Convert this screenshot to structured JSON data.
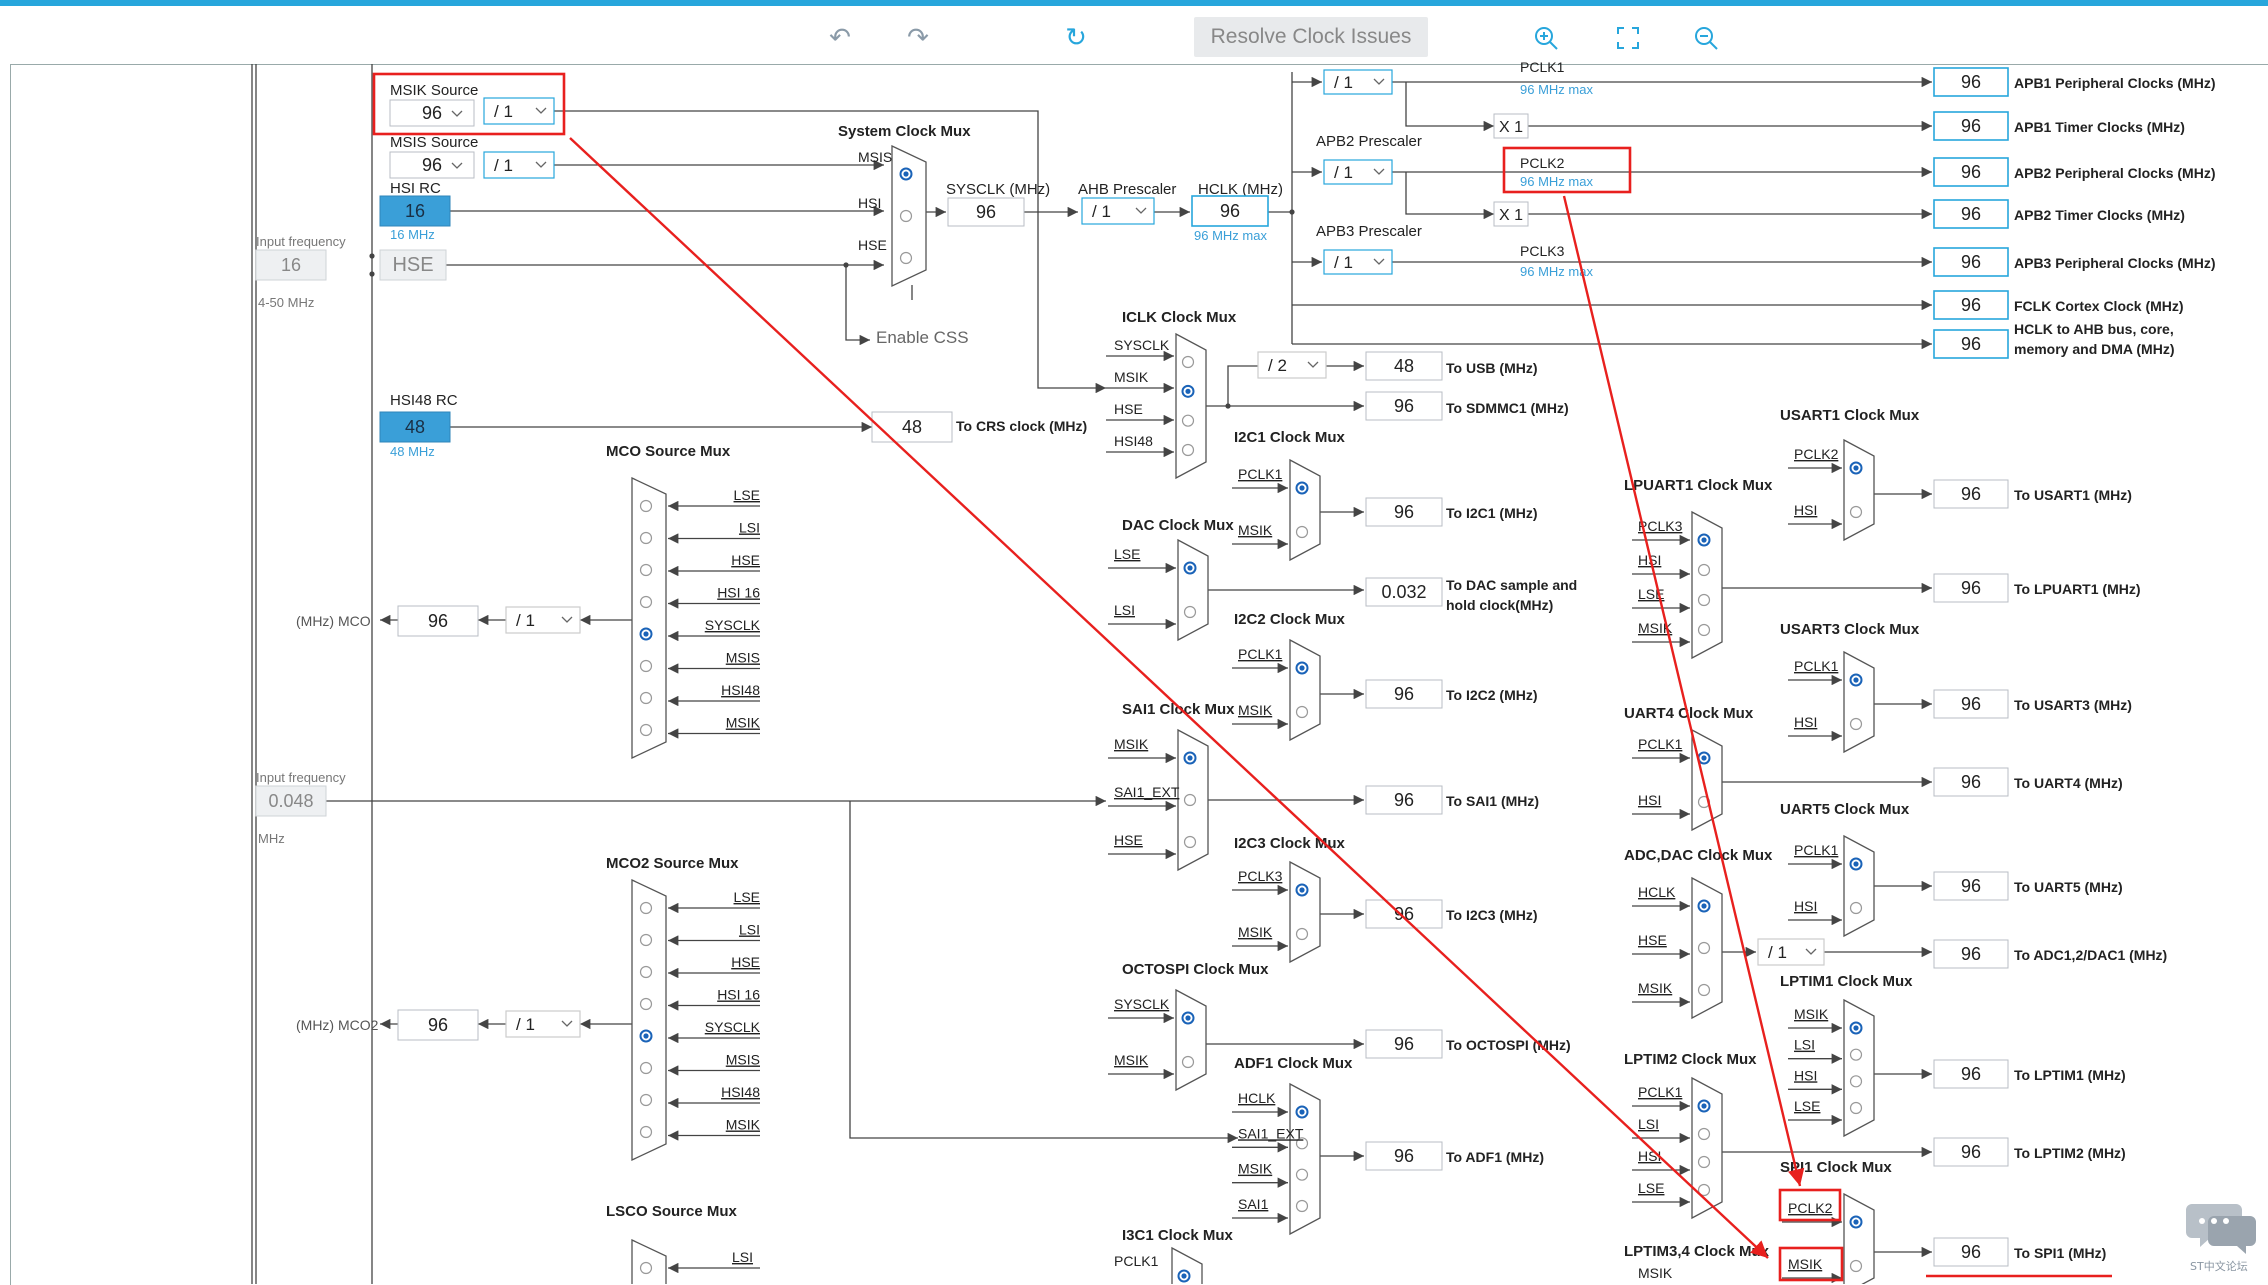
{
  "toolbar": {
    "undo_icon": "undo-icon",
    "redo_icon": "redo-icon",
    "refresh_icon": "refresh-icon",
    "resolve_label": "Resolve Clock Issues",
    "zoom_in_icon": "zoom-in-icon",
    "fit_icon": "fit-screen-icon",
    "zoom_out_icon": "zoom-out-icon"
  },
  "colors": {
    "accent": "#27a6dc",
    "annotation": "#e8201e",
    "wire": "#444444",
    "oscillator_fill": "#3a9fd8"
  },
  "sources": {
    "msik_label": "MSIK Source",
    "msik_value": "96",
    "msik_div": "/ 1",
    "msis_label": "MSIS Source",
    "msis_value": "96",
    "msis_div": "/ 1",
    "hsirc_label": "HSI RC",
    "hsirc_value": "16",
    "hsirc_sub": "16 MHz",
    "input_freq_label": "Input frequency",
    "hse_input": "16",
    "hse_label": "HSE",
    "hse_range": "4-50 MHz",
    "hsi48_label": "HSI48 RC",
    "hsi48_value": "48",
    "hsi48_sub": "48 MHz",
    "lse_input_label": "Input frequency",
    "lse_input": "0.048",
    "lse_unit": "MHz"
  },
  "sysclk": {
    "mux_title": "System Clock Mux",
    "in_msis": "MSIS",
    "in_hsi": "HSI",
    "in_hse": "HSE",
    "sysclk_label": "SYSCLK (MHz)",
    "sysclk_value": "96",
    "enable_css": "Enable CSS",
    "ahb_label": "AHB Prescaler",
    "ahb_div": "/ 1",
    "hclk_label": "HCLK (MHz)",
    "hclk_value": "96",
    "hclk_max": "96 MHz max"
  },
  "bus": {
    "apb1_div": "/ 1",
    "pclk1_label": "PCLK1",
    "pclk1_max": "96 MHz max",
    "x1a": "X 1",
    "apb2_label": "APB2 Prescaler",
    "apb2_div": "/ 1",
    "pclk2_label": "PCLK2",
    "pclk2_max": "96 MHz max",
    "x1b": "X 1",
    "apb3_label": "APB3 Prescaler",
    "apb3_div": "/ 1",
    "pclk3_label": "PCLK3",
    "pclk3_max": "96 MHz max",
    "outputs": [
      {
        "value": "96",
        "label": "APB1 Peripheral Clocks (MHz)"
      },
      {
        "value": "96",
        "label": "APB1 Timer Clocks (MHz)"
      },
      {
        "value": "96",
        "label": "APB2 Peripheral Clocks (MHz)"
      },
      {
        "value": "96",
        "label": "APB2 Timer Clocks (MHz)"
      },
      {
        "value": "96",
        "label": "APB3 Peripheral Clocks (MHz)"
      },
      {
        "value": "96",
        "label": "FCLK Cortex Clock (MHz)"
      },
      {
        "value": "96",
        "label": "HCLK to AHB bus, core,",
        "label2": "memory and DMA (MHz)"
      }
    ]
  },
  "iclk": {
    "title": "ICLK Clock Mux",
    "inputs": [
      "SYSCLK",
      "MSIK",
      "HSE",
      "HSI48"
    ],
    "div": "/ 2",
    "usb_value": "48",
    "usb_label": "To USB (MHz)",
    "sdmmc_value": "96",
    "sdmmc_label": "To SDMMC1 (MHz)",
    "crs_value": "48",
    "crs_label": "To CRS clock (MHz)"
  },
  "mco": {
    "title": "MCO Source Mux",
    "inputs": [
      "LSE",
      "LSI",
      "HSE",
      "HSI 16",
      "SYSCLK",
      "MSIS",
      "HSI48",
      "MSIK"
    ],
    "div": "/ 1",
    "value": "96",
    "out_label": "(MHz) MCO"
  },
  "mco2": {
    "title": "MCO2 Source Mux",
    "inputs": [
      "LSE",
      "LSI",
      "HSE",
      "HSI 16",
      "SYSCLK",
      "MSIS",
      "HSI48",
      "MSIK"
    ],
    "div": "/ 1",
    "value": "96",
    "out_label": "(MHz) MCO2"
  },
  "lsco": {
    "title": "LSCO Source Mux",
    "inputs": [
      "LSI"
    ]
  },
  "mid_muxes": {
    "i2c1": {
      "title": "I2C1 Clock Mux",
      "inputs": [
        "PCLK1",
        "MSIK"
      ],
      "value": "96",
      "label": "To I2C1 (MHz)"
    },
    "dac": {
      "title": "DAC Clock Mux",
      "inputs": [
        "LSE",
        "LSI"
      ],
      "value": "0.032",
      "label": "To DAC sample and",
      "label2": "hold clock(MHz)"
    },
    "i2c2": {
      "title": "I2C2 Clock Mux",
      "inputs": [
        "PCLK1",
        "MSIK"
      ],
      "value": "96",
      "label": "To I2C2 (MHz)"
    },
    "sai1": {
      "title": "SAI1 Clock Mux",
      "inputs": [
        "MSIK",
        "SAI1_EXT",
        "HSE"
      ],
      "value": "96",
      "label": "To SAI1 (MHz)"
    },
    "i2c3": {
      "title": "I2C3 Clock Mux",
      "inputs": [
        "PCLK3",
        "MSIK"
      ],
      "value": "96",
      "label": "To I2C3 (MHz)"
    },
    "octospi": {
      "title": "OCTOSPI Clock Mux",
      "inputs": [
        "SYSCLK",
        "MSIK"
      ],
      "value": "96",
      "label": "To OCTOSPI (MHz)"
    },
    "adf1": {
      "title": "ADF1 Clock Mux",
      "inputs": [
        "HCLK",
        "SAI1_EXT",
        "MSIK",
        "SAI1"
      ],
      "value": "96",
      "label": "To ADF1 (MHz)"
    },
    "i3c1": {
      "title": "I3C1 Clock Mux",
      "inputs": [
        "PCLK1"
      ]
    }
  },
  "right_muxes": {
    "usart1": {
      "title": "USART1 Clock Mux",
      "inputs": [
        "PCLK2",
        "HSI"
      ],
      "value": "96",
      "label": "To USART1 (MHz)"
    },
    "lpuart1": {
      "title": "LPUART1 Clock Mux",
      "inputs": [
        "PCLK3",
        "HSI",
        "LSE",
        "MSIK"
      ],
      "value": "96",
      "label": "To LPUART1 (MHz)"
    },
    "usart3": {
      "title": "USART3 Clock Mux",
      "inputs": [
        "PCLK1",
        "HSI"
      ],
      "value": "96",
      "label": "To USART3 (MHz)"
    },
    "uart4": {
      "title": "UART4 Clock Mux",
      "inputs": [
        "PCLK1",
        "HSI"
      ],
      "value": "96",
      "label": "To UART4 (MHz)"
    },
    "uart5": {
      "title": "UART5 Clock Mux",
      "inputs": [
        "PCLK1",
        "HSI"
      ],
      "value": "96",
      "label": "To UART5 (MHz)"
    },
    "adcdac": {
      "title": "ADC,DAC Clock Mux",
      "inputs": [
        "HCLK",
        "HSE",
        "MSIK"
      ],
      "div": "/ 1",
      "value": "96",
      "label": "To ADC1,2/DAC1 (MHz)"
    },
    "lptim1": {
      "title": "LPTIM1 Clock Mux",
      "inputs": [
        "MSIK",
        "LSI",
        "HSI",
        "LSE"
      ],
      "value": "96",
      "label": "To LPTIM1 (MHz)"
    },
    "lptim2": {
      "title": "LPTIM2 Clock Mux",
      "inputs": [
        "PCLK1",
        "LSI",
        "HSI",
        "LSE"
      ],
      "value": "96",
      "label": "To LPTIM2 (MHz)"
    },
    "spi1": {
      "title": "SPI1 Clock Mux",
      "inputs": [
        "PCLK2",
        "MSIK"
      ],
      "value": "96",
      "label": "To SPI1 (MHz)"
    },
    "lptim34": {
      "title": "LPTIM3,4 Clock Mux",
      "inputs": [
        "MSIK"
      ]
    }
  },
  "watermark": "ST中文论坛"
}
